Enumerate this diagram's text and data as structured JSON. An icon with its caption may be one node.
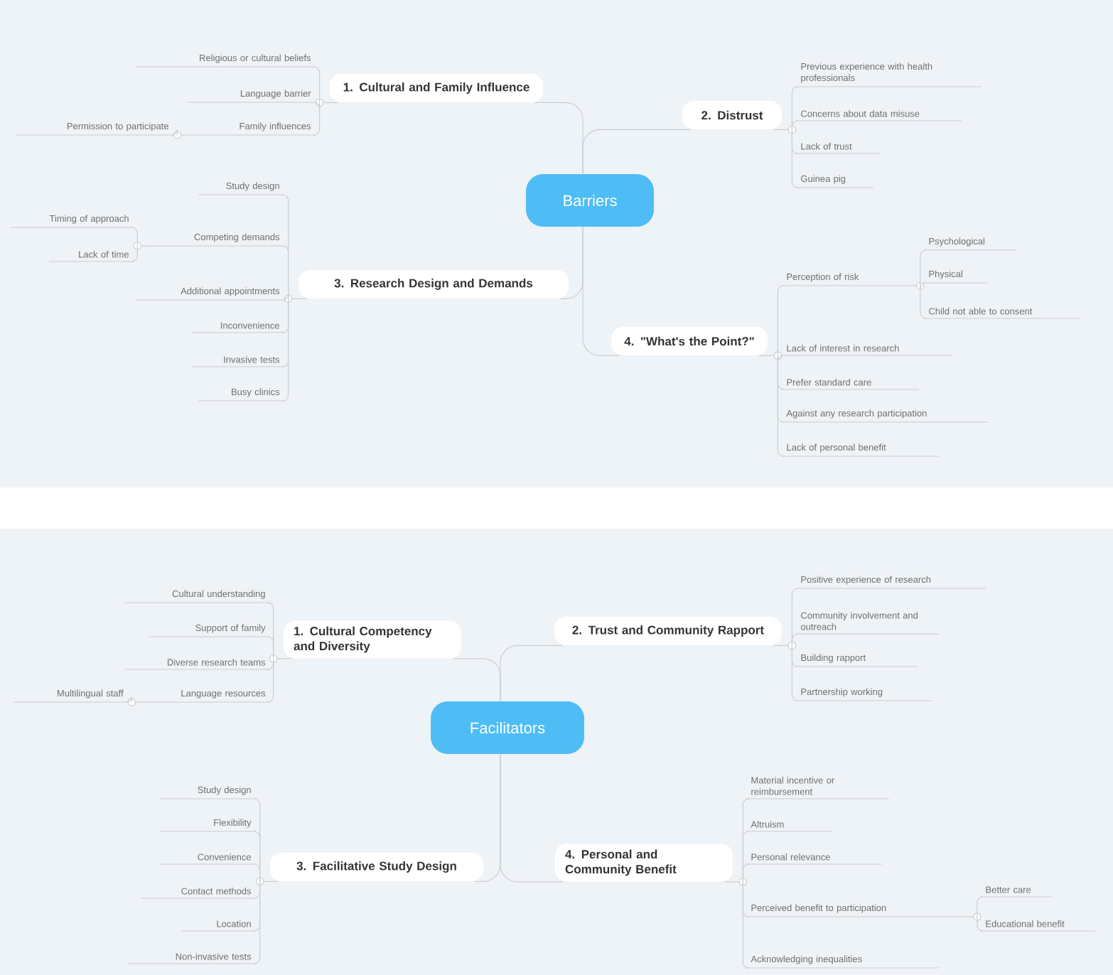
{
  "diagram": {
    "nodes": [
      {
        "text": [
          "Barriers"
        ]
      },
      {
        "text": [
          "1. Cultural and Family Influence"
        ]
      },
      {
        "text": [
          "Religious or cultural beliefs"
        ]
      },
      {
        "text": [
          "Language barrier"
        ]
      },
      {
        "text": [
          "Family influences"
        ]
      },
      {
        "text": [
          "Permission to participate"
        ]
      },
      {
        "text": [
          "2. Distrust"
        ]
      },
      {
        "text": [
          "Previous experience with health professionals"
        ]
      },
      {
        "text": [
          "Concerns about data misuse"
        ]
      },
      {
        "text": [
          "Lack of trust"
        ]
      },
      {
        "text": [
          "Guinea pig"
        ]
      },
      {
        "text": [
          "3. Research Design and Demands"
        ]
      },
      {
        "text": [
          "Study design"
        ]
      },
      {
        "text": [
          "Competing demands"
        ]
      },
      {
        "text": [
          "Timing of approach"
        ]
      },
      {
        "text": [
          "Lack of time"
        ]
      },
      {
        "text": [
          "Additional appointments"
        ]
      },
      {
        "text": [
          "Inconvenience"
        ]
      },
      {
        "text": [
          "Invasive tests"
        ]
      },
      {
        "text": [
          "Busy clinics"
        ]
      },
      {
        "text": [
          "4. \"What's the Point?\""
        ]
      },
      {
        "text": [
          "Perception of risk"
        ]
      },
      {
        "text": [
          "Psychological"
        ]
      },
      {
        "text": [
          "Physical"
        ]
      },
      {
        "text": [
          "Child not able to consent"
        ]
      },
      {
        "text": [
          "Lack of interest in research"
        ]
      },
      {
        "text": [
          "Prefer standard care"
        ]
      },
      {
        "text": [
          "Against any research participation"
        ]
      },
      {
        "text": [
          "Lack of personal benefit"
        ]
      },
      {
        "text": [
          "Facilitators"
        ]
      },
      {
        "text": [
          "1. Cultural Competency and Diversity"
        ]
      },
      {
        "text": [
          "Cultural understanding"
        ]
      },
      {
        "text": [
          "Support of family"
        ]
      },
      {
        "text": [
          "Diverse research teams"
        ]
      },
      {
        "text": [
          "Language resources"
        ]
      },
      {
        "text": [
          "Multilingual staff"
        ]
      },
      {
        "text": [
          "2. Trust and Community Rapport"
        ]
      },
      {
        "text": [
          "Positive experience of research"
        ]
      },
      {
        "text": [
          "Community involvement and outreach"
        ]
      },
      {
        "text": [
          "Building rapport"
        ]
      },
      {
        "text": [
          "Partnership working"
        ]
      },
      {
        "text": [
          "3. Facilitative Study Design"
        ]
      },
      {
        "text": [
          "Study design"
        ]
      },
      {
        "text": [
          "Flexibility"
        ]
      },
      {
        "text": [
          "Convenience"
        ]
      },
      {
        "text": [
          "Contact methods"
        ]
      },
      {
        "text": [
          "Location"
        ]
      },
      {
        "text": [
          "Non-invasive tests"
        ]
      },
      {
        "text": [
          "4. Personal and Community Benefit"
        ]
      },
      {
        "text": [
          "Material incentive or reimbursement"
        ]
      },
      {
        "text": [
          "Altruism"
        ]
      },
      {
        "text": [
          "Personal relevance"
        ]
      },
      {
        "text": [
          "Perceived benefit to participation"
        ]
      },
      {
        "text": [
          "Better care"
        ]
      },
      {
        "text": [
          "Educational benefit"
        ]
      },
      {
        "text": [
          "Acknowledging inequalities"
        ]
      }
    ],
    "edges": [
      {
        "from": 0,
        "to": 1,
        "arrow": "none"
      },
      {
        "from": 0,
        "to": 6,
        "arrow": "none"
      },
      {
        "from": 0,
        "to": 11,
        "arrow": "none"
      },
      {
        "from": 0,
        "to": 20,
        "arrow": "none"
      },
      {
        "from": 1,
        "to": 2,
        "arrow": "none"
      },
      {
        "from": 1,
        "to": 3,
        "arrow": "none"
      },
      {
        "from": 1,
        "to": 4,
        "arrow": "none"
      },
      {
        "from": 4,
        "to": 5,
        "arrow": "none"
      },
      {
        "from": 6,
        "to": 7,
        "arrow": "none"
      },
      {
        "from": 6,
        "to": 8,
        "arrow": "none"
      },
      {
        "from": 6,
        "to": 9,
        "arrow": "none"
      },
      {
        "from": 6,
        "to": 10,
        "arrow": "none"
      },
      {
        "from": 11,
        "to": 12,
        "arrow": "none"
      },
      {
        "from": 11,
        "to": 13,
        "arrow": "none"
      },
      {
        "from": 13,
        "to": 14,
        "arrow": "none"
      },
      {
        "from": 13,
        "to": 15,
        "arrow": "none"
      },
      {
        "from": 11,
        "to": 16,
        "arrow": "none"
      },
      {
        "from": 11,
        "to": 17,
        "arrow": "none"
      },
      {
        "from": 11,
        "to": 18,
        "arrow": "none"
      },
      {
        "from": 11,
        "to": 19,
        "arrow": "none"
      },
      {
        "from": 20,
        "to": 21,
        "arrow": "none"
      },
      {
        "from": 21,
        "to": 22,
        "arrow": "none"
      },
      {
        "from": 21,
        "to": 23,
        "arrow": "none"
      },
      {
        "from": 21,
        "to": 24,
        "arrow": "none"
      },
      {
        "from": 20,
        "to": 25,
        "arrow": "none"
      },
      {
        "from": 20,
        "to": 26,
        "arrow": "none"
      },
      {
        "from": 20,
        "to": 27,
        "arrow": "none"
      },
      {
        "from": 20,
        "to": 28,
        "arrow": "none"
      },
      {
        "from": 29,
        "to": 30,
        "arrow": "none"
      },
      {
        "from": 29,
        "to": 36,
        "arrow": "none"
      },
      {
        "from": 29,
        "to": 41,
        "arrow": "none"
      },
      {
        "from": 29,
        "to": 48,
        "arrow": "none"
      },
      {
        "from": 30,
        "to": 31,
        "arrow": "none"
      },
      {
        "from": 30,
        "to": 32,
        "arrow": "none"
      },
      {
        "from": 30,
        "to": 33,
        "arrow": "none"
      },
      {
        "from": 30,
        "to": 34,
        "arrow": "none"
      },
      {
        "from": 34,
        "to": 35,
        "arrow": "none"
      },
      {
        "from": 36,
        "to": 37,
        "arrow": "none"
      },
      {
        "from": 36,
        "to": 38,
        "arrow": "none"
      },
      {
        "from": 36,
        "to": 39,
        "arrow": "none"
      },
      {
        "from": 36,
        "to": 40,
        "arrow": "none"
      },
      {
        "from": 41,
        "to": 42,
        "arrow": "none"
      },
      {
        "from": 41,
        "to": 43,
        "arrow": "none"
      },
      {
        "from": 41,
        "to": 44,
        "arrow": "none"
      },
      {
        "from": 41,
        "to": 45,
        "arrow": "none"
      },
      {
        "from": 41,
        "to": 46,
        "arrow": "none"
      },
      {
        "from": 41,
        "to": 47,
        "arrow": "none"
      },
      {
        "from": 48,
        "to": 49,
        "arrow": "none"
      },
      {
        "from": 48,
        "to": 50,
        "arrow": "none"
      },
      {
        "from": 48,
        "to": 51,
        "arrow": "none"
      },
      {
        "from": 48,
        "to": 52,
        "arrow": "none"
      },
      {
        "from": 52,
        "to": 53,
        "arrow": "none"
      },
      {
        "from": 52,
        "to": 54,
        "arrow": "none"
      },
      {
        "from": 48,
        "to": 55,
        "arrow": "none"
      }
    ]
  }
}
